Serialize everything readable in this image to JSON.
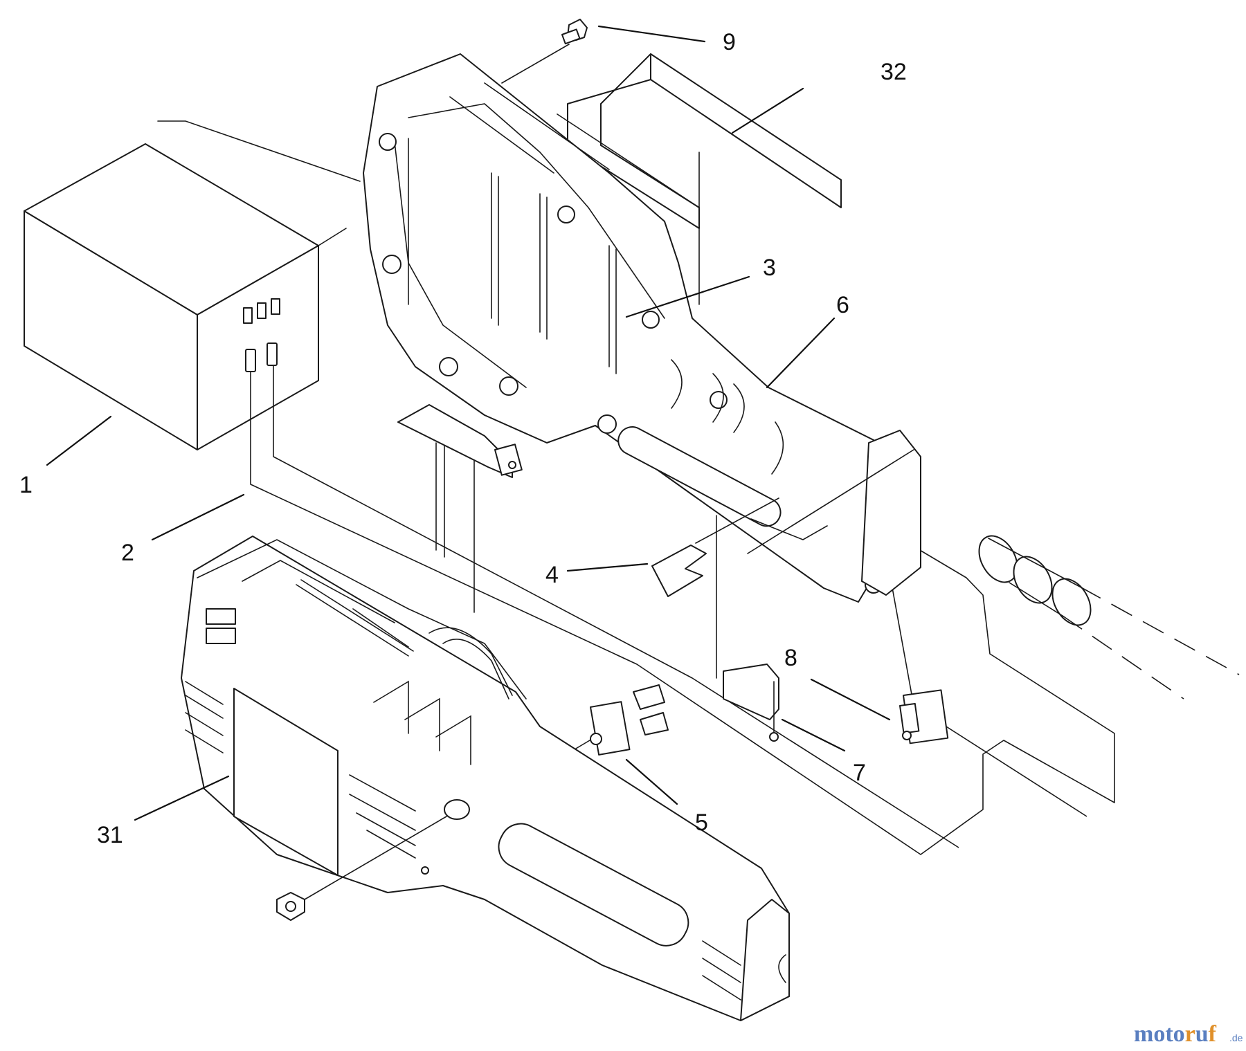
{
  "callouts": {
    "part_1": "1",
    "part_2": "2",
    "part_3": "3",
    "part_4": "4",
    "part_5": "5",
    "part_6": "6",
    "part_7": "7",
    "part_8": "8",
    "part_9": "9",
    "part_31": "31",
    "part_32": "32"
  },
  "watermark": {
    "brand": "motoruf",
    "tld": ".de"
  },
  "colors": {
    "line": "#1a1a1a",
    "watermark_blue": "#5a7fc0",
    "watermark_orange": "#e0902a"
  }
}
